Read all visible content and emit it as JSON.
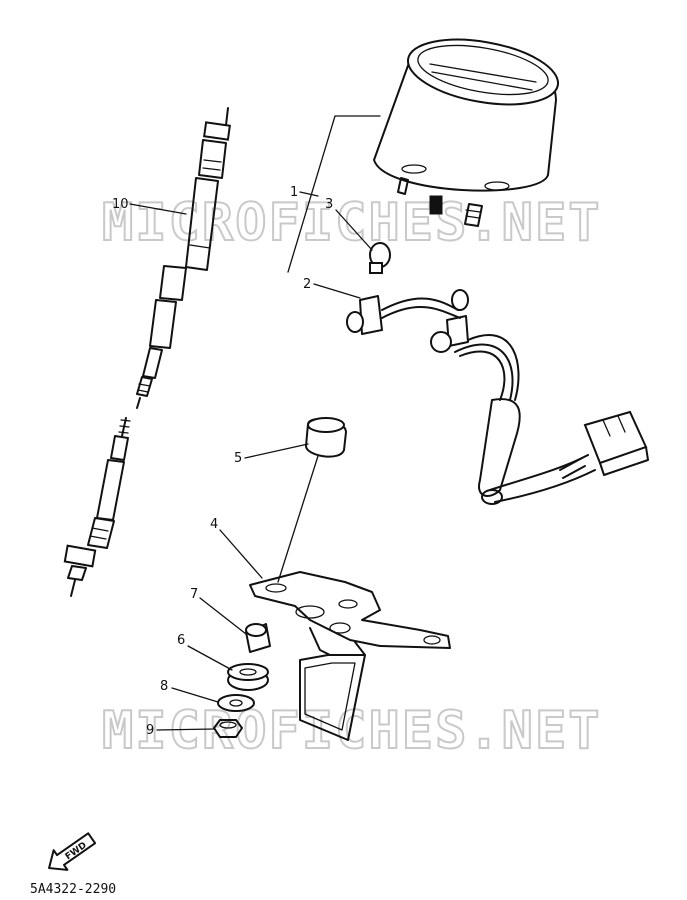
{
  "watermark": "MICROFICHES.NET",
  "callouts": [
    {
      "id": "1",
      "label": "1"
    },
    {
      "id": "2",
      "label": "2"
    },
    {
      "id": "3",
      "label": "3"
    },
    {
      "id": "4",
      "label": "4"
    },
    {
      "id": "5",
      "label": "5"
    },
    {
      "id": "6",
      "label": "6"
    },
    {
      "id": "7",
      "label": "7"
    },
    {
      "id": "8",
      "label": "8"
    },
    {
      "id": "9",
      "label": "9"
    },
    {
      "id": "10",
      "label": "10"
    }
  ],
  "fwd_label": "FWD",
  "diagram_code": "5A4322-2290"
}
